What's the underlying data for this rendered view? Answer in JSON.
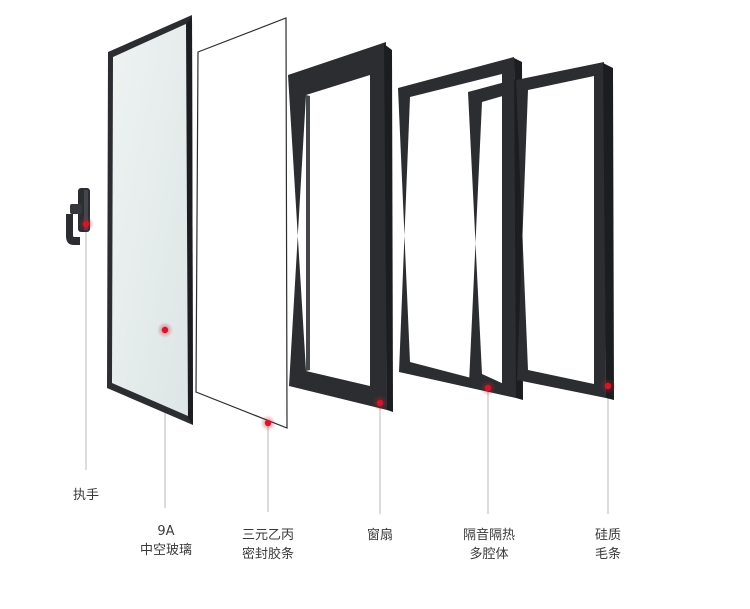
{
  "components": [
    {
      "id": "handle",
      "lines": [
        "执手"
      ]
    },
    {
      "id": "glass",
      "lines": [
        "9A",
        "中空玻璃"
      ]
    },
    {
      "id": "gasket",
      "lines": [
        "三元乙丙",
        "密封胶条"
      ]
    },
    {
      "id": "sash",
      "lines": [
        "窗扇"
      ]
    },
    {
      "id": "cavity",
      "lines": [
        "隔音隔热",
        "多腔体"
      ]
    },
    {
      "id": "weather",
      "lines": [
        "硅质",
        "毛条"
      ]
    }
  ],
  "colors": {
    "frame": "#2b2d31",
    "frame_edge": "#1c1d20",
    "glass": "#e3ebea",
    "marker": "#d4162a",
    "leader": "#b9b9b9",
    "label": "#3a3a3a"
  }
}
